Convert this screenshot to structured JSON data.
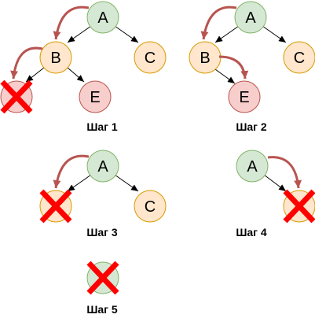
{
  "colors": {
    "green_fill": "#d5e8d4",
    "green_stroke": "#82b366",
    "orange_fill": "#ffe6cc",
    "orange_stroke": "#d79b00",
    "red_fill": "#f8cecc",
    "red_stroke": "#b85450",
    "edge": "#000000",
    "traversal_arrow": "#b85450",
    "cross": "#ff0000"
  },
  "nodes": {
    "a": "A",
    "b": "B",
    "c": "C",
    "e": "E"
  },
  "steps": [
    {
      "label": "Шаг 1"
    },
    {
      "label": "Шаг 2"
    },
    {
      "label": "Шаг 3"
    },
    {
      "label": "Шаг 4"
    },
    {
      "label": "Шаг 5"
    }
  ],
  "icons": {
    "removed_marker": "cross-icon"
  }
}
